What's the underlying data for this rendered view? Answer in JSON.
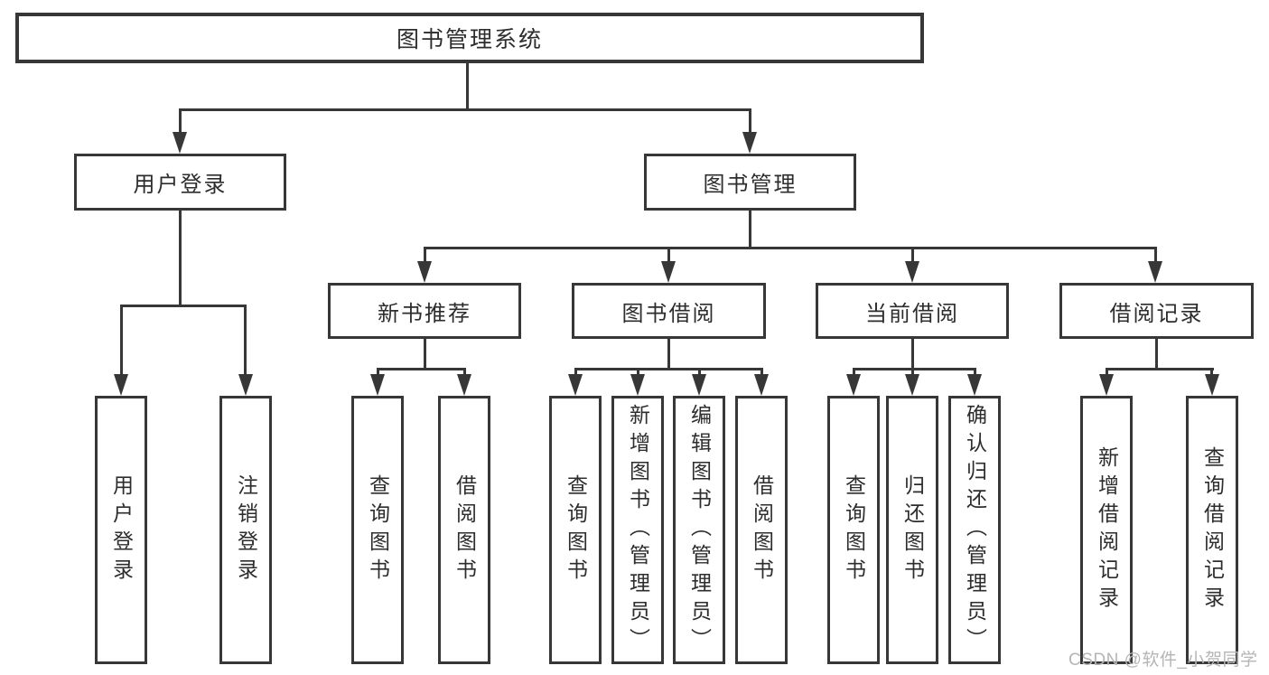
{
  "colors": {
    "background": "#ffffff",
    "line": "#373737",
    "box_border": "#373737",
    "text": "#2d2d2d",
    "watermark": "#b5b5b5"
  },
  "watermark": {
    "text": "CSDN @软件_小贺同学"
  },
  "tree": {
    "root": {
      "label": "图书管理系统"
    },
    "children": [
      {
        "label": "用户登录",
        "children": [
          {
            "label": "用户登录"
          },
          {
            "label": "注销登录"
          }
        ]
      },
      {
        "label": "图书管理",
        "children": [
          {
            "label": "新书推荐",
            "children": [
              {
                "label": "查询图书"
              },
              {
                "label": "借阅图书"
              }
            ]
          },
          {
            "label": "图书借阅",
            "children": [
              {
                "label": "查询图书"
              },
              {
                "label": "新增图书（管理员）"
              },
              {
                "label": "编辑图书（管理员）"
              },
              {
                "label": "借阅图书"
              }
            ]
          },
          {
            "label": "当前借阅",
            "children": [
              {
                "label": "查询图书"
              },
              {
                "label": "归还图书"
              },
              {
                "label": "确认归还（管理员）"
              }
            ]
          },
          {
            "label": "借阅记录",
            "children": [
              {
                "label": "新增借阅记录"
              },
              {
                "label": "查询借阅记录"
              }
            ]
          }
        ]
      }
    ]
  }
}
